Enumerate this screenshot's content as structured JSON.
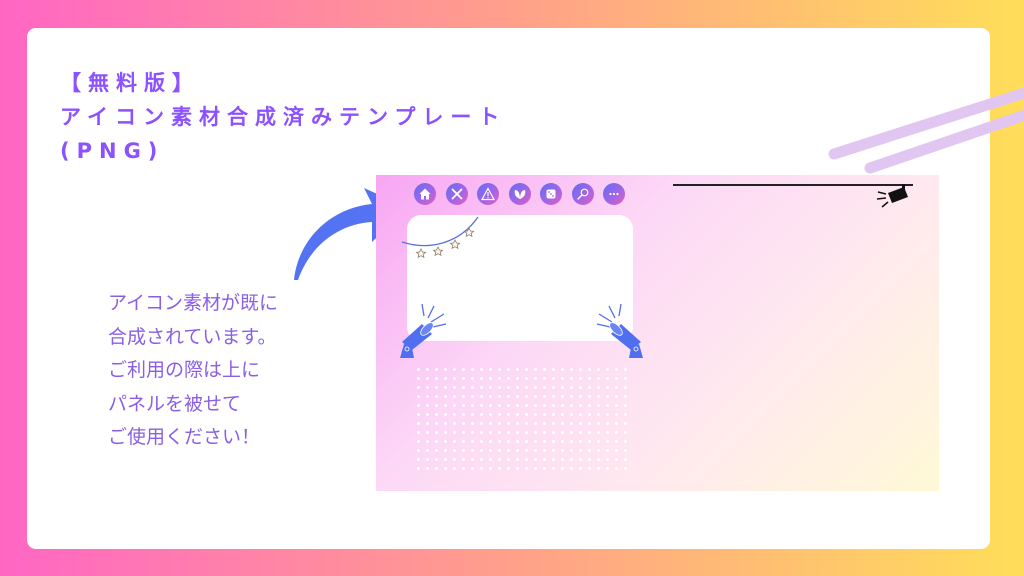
{
  "title": {
    "line1": "【無料版】",
    "line2": "アイコン素材合成済みテンプレート",
    "line3": "(PNG)",
    "color": "#8c52ff"
  },
  "description": {
    "lines": [
      "アイコン素材が既に",
      "合成されています。",
      "ご利用の際は上に",
      "パネルを被せて",
      "ご使用ください！"
    ],
    "color": "#8a5fe6"
  },
  "background": {
    "gradient_start": "#ff66c4",
    "gradient_end": "#ffde59"
  },
  "template_preview": {
    "icons": [
      {
        "name": "home-icon"
      },
      {
        "name": "tools-icon"
      },
      {
        "name": "warning-icon"
      },
      {
        "name": "leaf-icon"
      },
      {
        "name": "dice-icon"
      },
      {
        "name": "search-icon"
      },
      {
        "name": "more-icon"
      }
    ],
    "icon_gradient": [
      "#5f6ff2",
      "#e35fbf"
    ],
    "accent_blue": "#4f6ff0"
  }
}
